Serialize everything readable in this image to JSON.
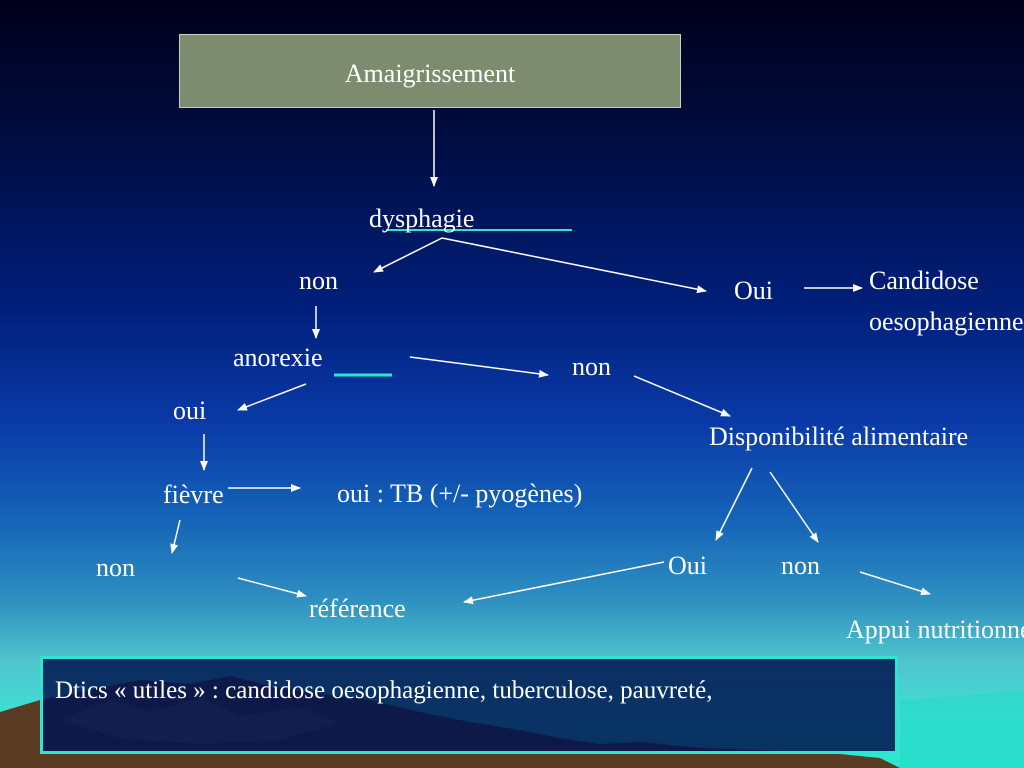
{
  "diagram": {
    "title": "Amaigrissement",
    "nodes": {
      "dysphagie": "dysphagie",
      "non_1": "non",
      "oui_1": "Oui",
      "candidose_line1": "Candidose",
      "candidose_line2": "oesophagienne",
      "anorexie": "anorexie",
      "non_2": "non",
      "oui_2": "oui",
      "disponibilite": "Disponibilité alimentaire",
      "fievre": "fièvre",
      "tb": "oui : TB (+/- pyogènes)",
      "non_3": "non",
      "oui_3": "Oui",
      "non_4": "non",
      "reference": "référence",
      "appui": "Appui nutritionnel"
    },
    "note": "Dtics « utiles » : candidose oesophagienne,  tuberculose, pauvreté,"
  },
  "colors": {
    "title_box": "#7d8c6e",
    "text": "#ffffff",
    "underline": "#2ee6cf",
    "note_border": "#2ee6cf"
  }
}
